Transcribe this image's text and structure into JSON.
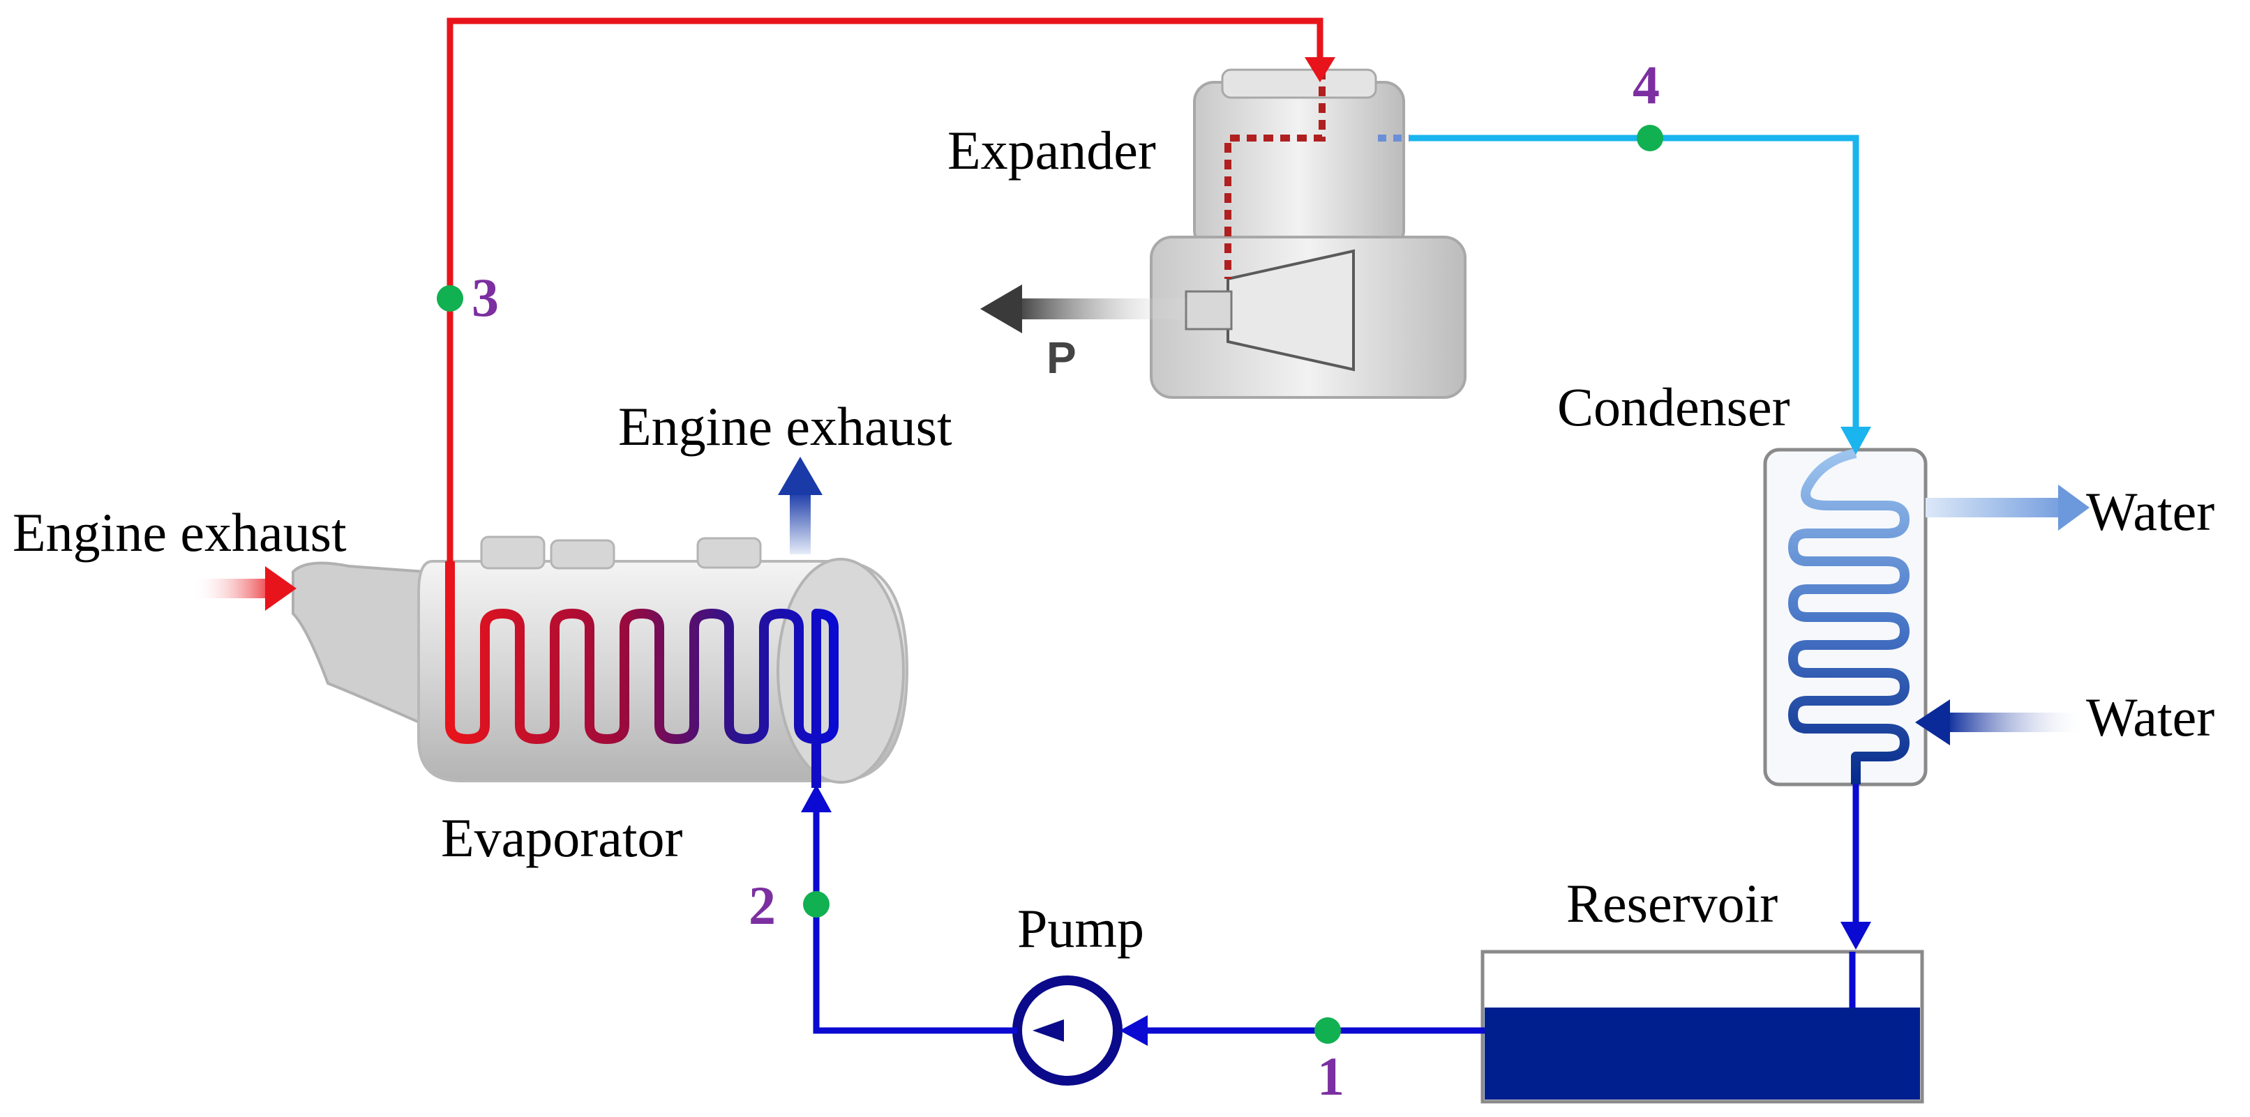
{
  "labels": {
    "expander": "Expander",
    "condenser": "Condenser",
    "evaporator": "Evaporator",
    "reservoir": "Reservoir",
    "pump": "Pump",
    "engine_exhaust_out": "Engine exhaust",
    "engine_exhaust_in": "Engine exhaust",
    "water_out": "Water",
    "water_in": "Water",
    "power": "P"
  },
  "state_points": [
    "1",
    "2",
    "3",
    "4"
  ],
  "colors": {
    "hot_line": "#e8141b",
    "cold_line": "#0a0ad2",
    "vapor_line": "#1ab4ee",
    "node_dot": "#11b050",
    "point_number": "#7b2fa0",
    "reservoir_liquid": "#001f8f"
  }
}
